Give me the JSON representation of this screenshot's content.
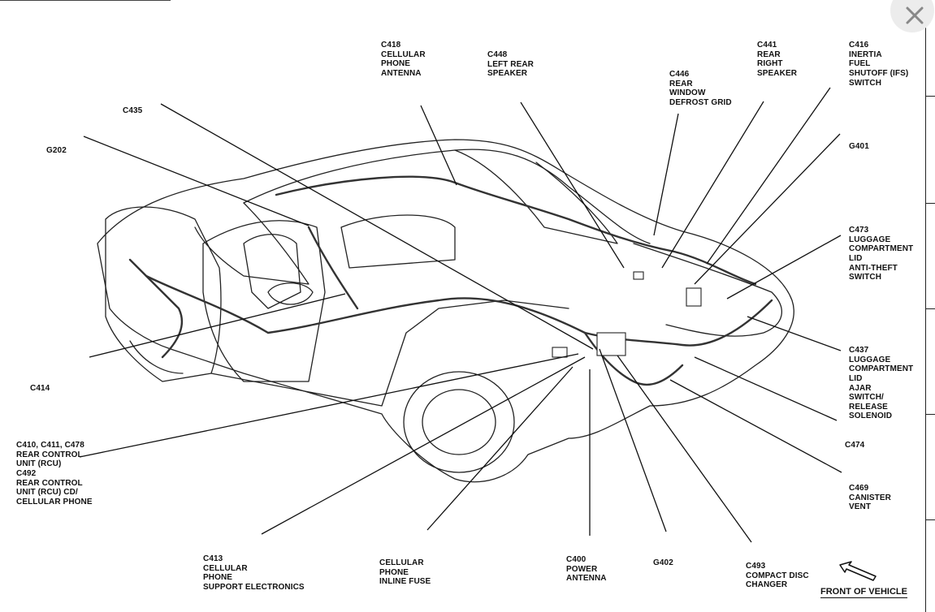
{
  "diagram": {
    "labels": {
      "c418": [
        "C418",
        "CELLULAR",
        "PHONE",
        "ANTENNA"
      ],
      "c448": [
        "C448",
        "LEFT REAR",
        "SPEAKER"
      ],
      "c446": [
        "C446",
        "REAR",
        "WINDOW",
        "DEFROST GRID"
      ],
      "c441": [
        "C441",
        "REAR",
        "RIGHT",
        "SPEAKER"
      ],
      "c416": [
        "C416",
        "INERTIA",
        "FUEL",
        "SHUTOFF (IFS)",
        "SWITCH"
      ],
      "c435": [
        "C435"
      ],
      "g202": [
        "G202"
      ],
      "g401": [
        "G401"
      ],
      "c473": [
        "C473",
        "LUGGAGE",
        "COMPARTMENT",
        "LID",
        "ANTI-THEFT",
        "SWITCH"
      ],
      "c437": [
        "C437",
        "LUGGAGE",
        "COMPARTMENT",
        "LID",
        "AJAR",
        "SWITCH/",
        "RELEASE",
        "SOLENOID"
      ],
      "c414": [
        "C414"
      ],
      "c474": [
        "C474"
      ],
      "c410": [
        "C410, C411, C478",
        "REAR CONTROL",
        "UNIT (RCU)",
        "C492",
        "REAR CONTROL",
        "UNIT (RCU) CD/",
        "CELLULAR PHONE"
      ],
      "c469": [
        "C469",
        "CANISTER",
        "VENT"
      ],
      "c413": [
        "C413",
        "CELLULAR",
        "PHONE",
        "SUPPORT ELECTRONICS"
      ],
      "fuse": [
        "CELLULAR",
        "PHONE",
        "INLINE FUSE"
      ],
      "c400": [
        "C400",
        "POWER",
        "ANTENNA"
      ],
      "g402": [
        "G402"
      ],
      "c493": [
        "C493",
        "COMPACT DISC",
        "CHANGER"
      ]
    },
    "front_of_vehicle": "FRONT OF VEHICLE",
    "colors": {
      "ink": "#111111",
      "background": "#ffffff"
    }
  },
  "window": {
    "close_icon": "close-icon"
  }
}
